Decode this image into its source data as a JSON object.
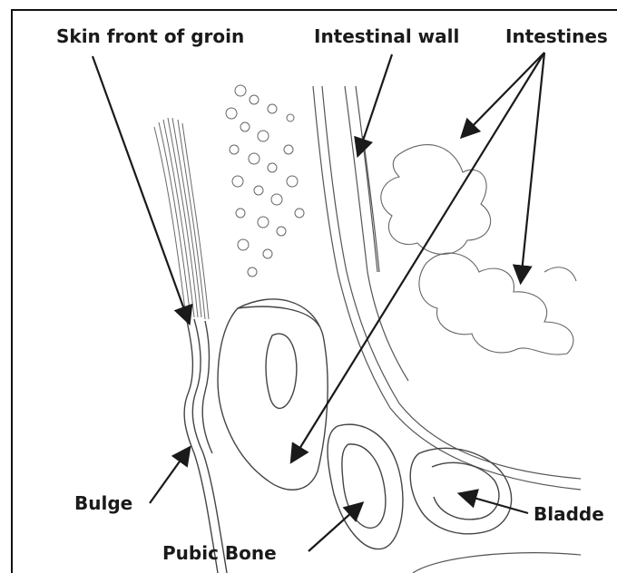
{
  "diagram": {
    "labels": {
      "skin_front_of_groin": "Skin front of groin",
      "intestinal_wall": "Intestinal wall",
      "intestines": "Intestines",
      "bulge": "Bulge",
      "pubic_bone": "Pubic Bone",
      "bladder": "Bladde"
    },
    "colors": {
      "ink": "#1a1a1a",
      "pencil": "#555555",
      "background": "#ffffff"
    }
  }
}
